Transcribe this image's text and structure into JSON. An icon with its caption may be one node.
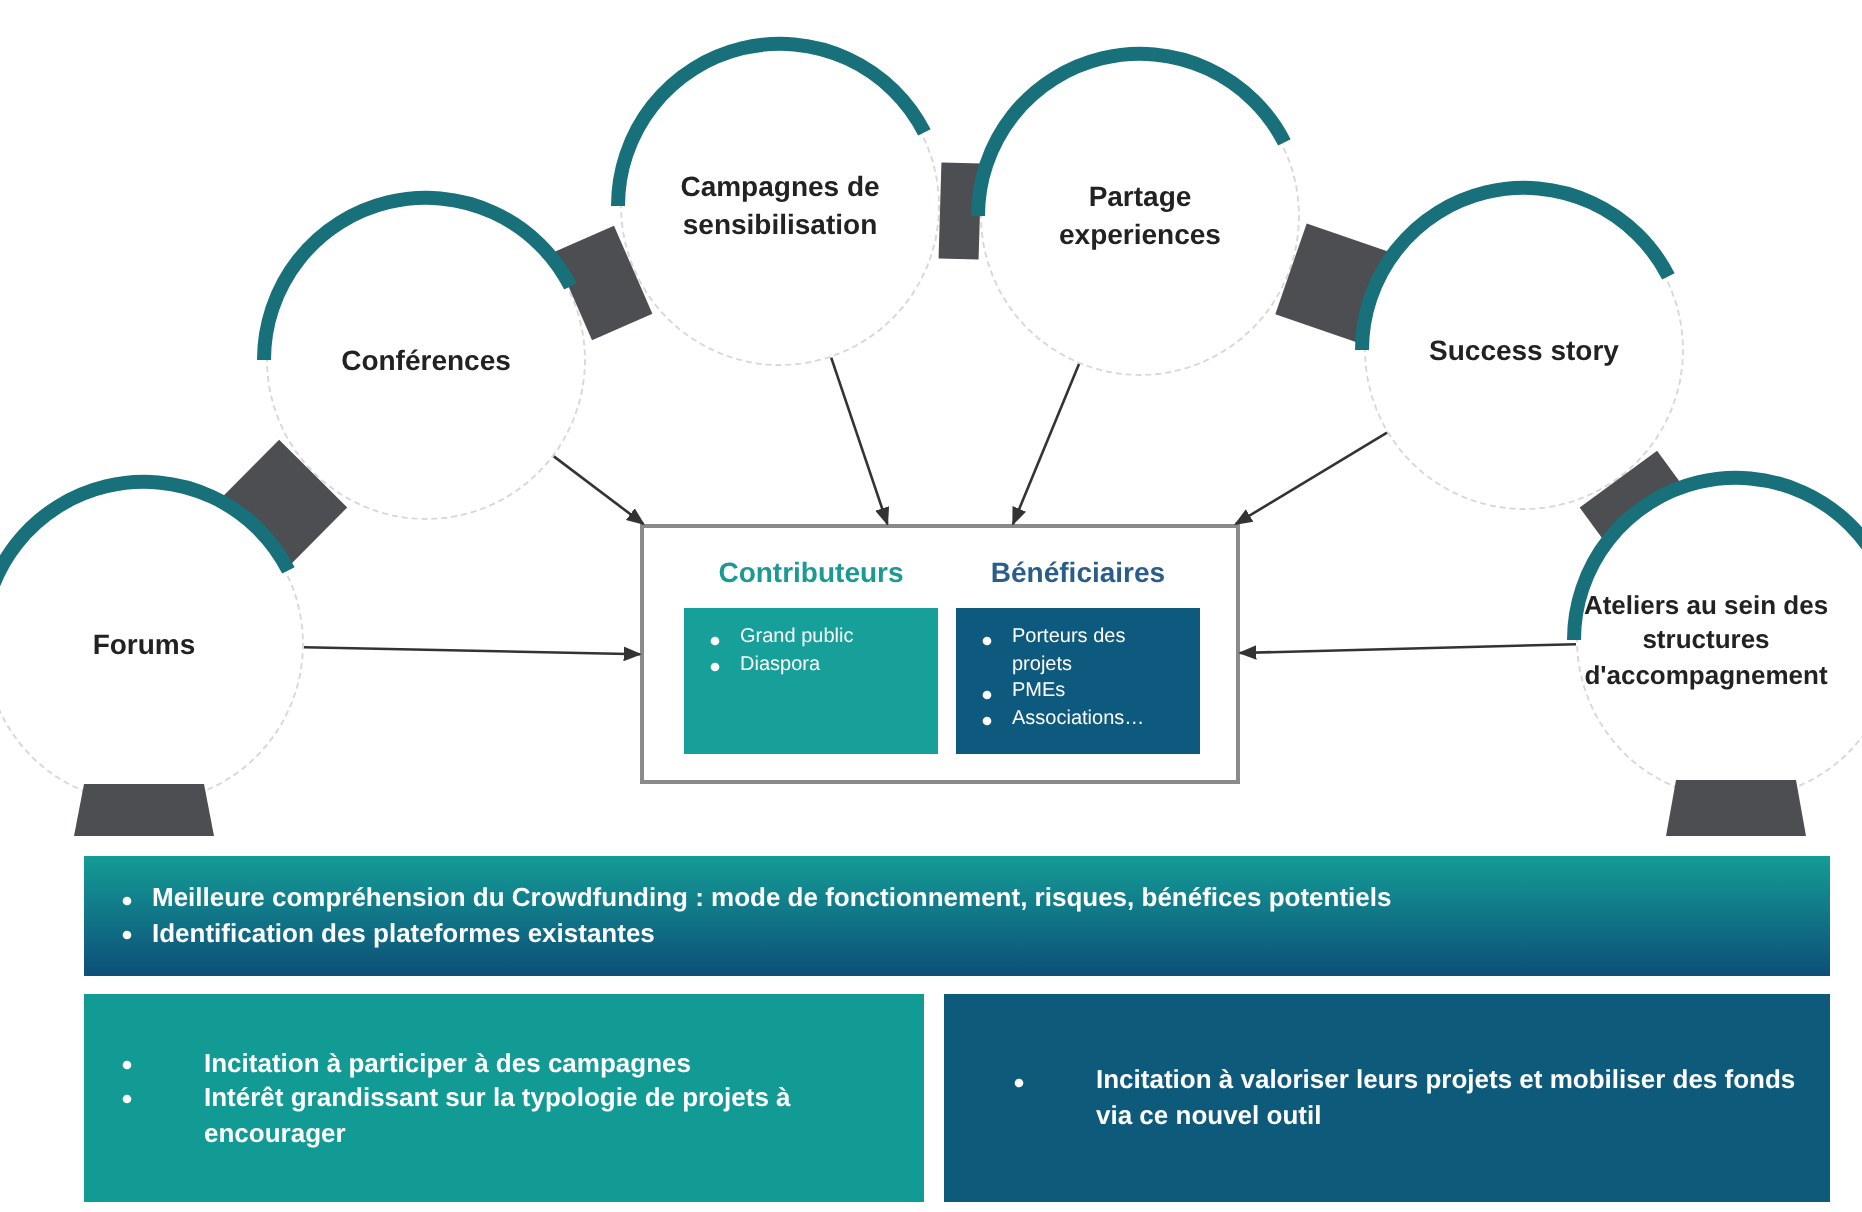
{
  "diagram": {
    "nodes": [
      {
        "text": [
          "Forums"
        ]
      },
      {
        "text": [
          "Conférences"
        ]
      },
      {
        "text": [
          "Campagnes de sensibilisation"
        ]
      },
      {
        "text": [
          "Partage experiences"
        ]
      },
      {
        "text": [
          "Success story"
        ]
      },
      {
        "text": [
          "Ateliers au sein des structures d'accompagnement"
        ]
      },
      {
        "text": [],
        "shape": "box"
      },
      {
        "text": [
          "Contributeurs",
          "Grand public",
          "Diaspora"
        ],
        "in": 6
      },
      {
        "text": [
          "Bénéficiaires",
          "Porteurs des projets",
          "PMEs",
          "Associations…"
        ],
        "in": 6
      },
      {
        "text": [
          "Meilleure compréhension du Crowdfunding : mode de fonctionnement, risques, bénéfices potentiels",
          "Identification des plateformes existantes"
        ]
      },
      {
        "text": [
          "Incitation à participer à des campagnes",
          "Intérêt grandissant sur la typologie de projets à encourager"
        ]
      },
      {
        "text": [
          "Incitation à valoriser leurs projets et mobiliser des fonds via ce nouvel outil"
        ]
      }
    ],
    "edges": [
      {
        "from": 0,
        "to": 1,
        "arrow": "none",
        "style": "thick",
        "color": "#4d4e52"
      },
      {
        "from": 1,
        "to": 2,
        "arrow": "none",
        "style": "thick",
        "color": "#4d4e52"
      },
      {
        "from": 2,
        "to": 3,
        "arrow": "none",
        "style": "thick",
        "color": "#4d4e52"
      },
      {
        "from": 3,
        "to": 4,
        "arrow": "none",
        "style": "thick",
        "color": "#4d4e52"
      },
      {
        "from": 4,
        "to": 5,
        "arrow": "none",
        "style": "thick",
        "color": "#4d4e52"
      },
      {
        "from": 0,
        "to": 6,
        "arrow": "to"
      },
      {
        "from": 1,
        "to": 6,
        "arrow": "to"
      },
      {
        "from": 2,
        "to": 6,
        "arrow": "to"
      },
      {
        "from": 3,
        "to": 6,
        "arrow": "to"
      },
      {
        "from": 4,
        "to": 6,
        "arrow": "to"
      },
      {
        "from": 5,
        "to": 6,
        "arrow": "to"
      }
    ]
  }
}
